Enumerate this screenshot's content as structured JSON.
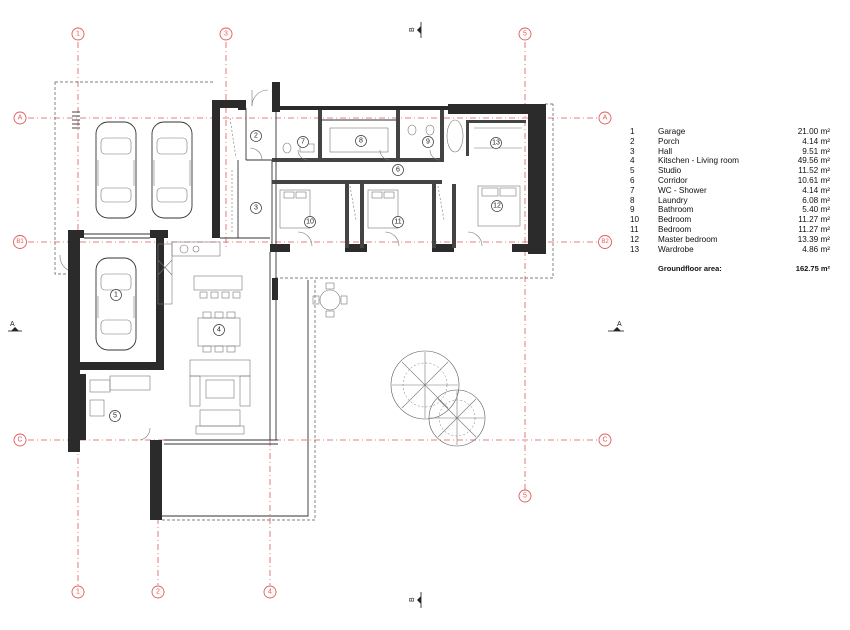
{
  "grid": {
    "vertical": [
      "1",
      "2",
      "3",
      "4",
      "5"
    ],
    "horizontal": [
      "A",
      "B1",
      "B2",
      "C"
    ]
  },
  "sections": {
    "a": "A",
    "b": "B"
  },
  "rooms": [
    "1",
    "2",
    "3",
    "4",
    "5",
    "6",
    "7",
    "8",
    "9",
    "10",
    "11",
    "12",
    "13"
  ],
  "legend": {
    "items": [
      {
        "num": "1",
        "name": "Garage",
        "area": "21.00 m²"
      },
      {
        "num": "2",
        "name": "Porch",
        "area": "4.14 m²"
      },
      {
        "num": "3",
        "name": "Hall",
        "area": "9.51 m²"
      },
      {
        "num": "4",
        "name": "Kitschen - Living room",
        "area": "49.56 m²"
      },
      {
        "num": "5",
        "name": "Studio",
        "area": "11.52 m²"
      },
      {
        "num": "6",
        "name": "Corridor",
        "area": "10.61 m²"
      },
      {
        "num": "7",
        "name": "WC - Shower",
        "area": "4.14 m²"
      },
      {
        "num": "8",
        "name": "Laundry",
        "area": "6.08 m²"
      },
      {
        "num": "9",
        "name": "Bathroom",
        "area": "5.40 m²"
      },
      {
        "num": "10",
        "name": "Bedroom",
        "area": "11.27 m²"
      },
      {
        "num": "11",
        "name": "Bedroom",
        "area": "11.27 m²"
      },
      {
        "num": "12",
        "name": "Master bedroom",
        "area": "13.39 m²"
      },
      {
        "num": "13",
        "name": "Wardrobe",
        "area": "4.86 m²"
      }
    ],
    "total_label": "Groundfloor area:",
    "total_value": "162.75 m²"
  }
}
